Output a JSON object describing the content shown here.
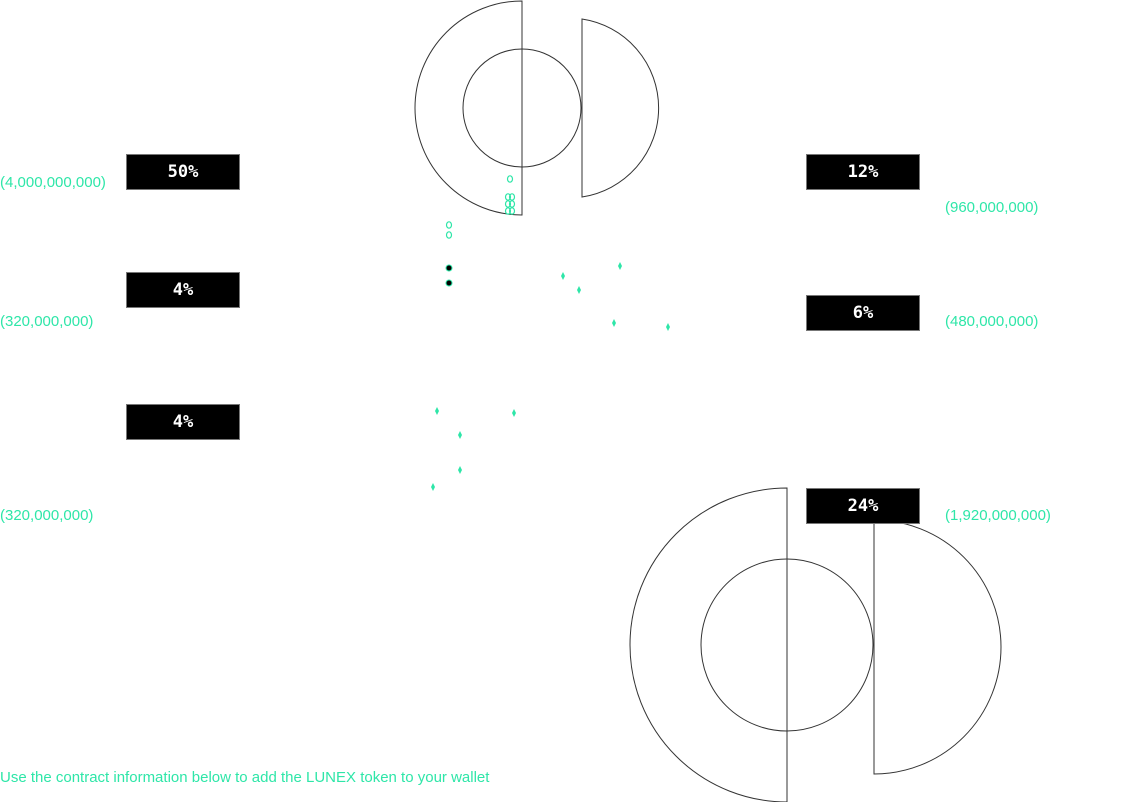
{
  "allocations": [
    {
      "percent": "50%",
      "amount": "(4,000,000,000)"
    },
    {
      "percent": "4%",
      "amount": "(320,000,000)"
    },
    {
      "percent": "4%",
      "amount": "(320,000,000)"
    },
    {
      "percent": "12%",
      "amount": "(960,000,000)"
    },
    {
      "percent": "6%",
      "amount": "(480,000,000)"
    },
    {
      "percent": "24%",
      "amount": "(1,920,000,000)"
    }
  ],
  "footer": {
    "text": "Use the contract information below to add the LUNEX token to your wallet"
  },
  "colors": {
    "accent": "#2ee6a8",
    "badge_bg": "#000000",
    "badge_text": "#ffffff",
    "outline": "#333333"
  },
  "icons": [
    "lunex-logo-icon",
    "sparkle-icon"
  ]
}
